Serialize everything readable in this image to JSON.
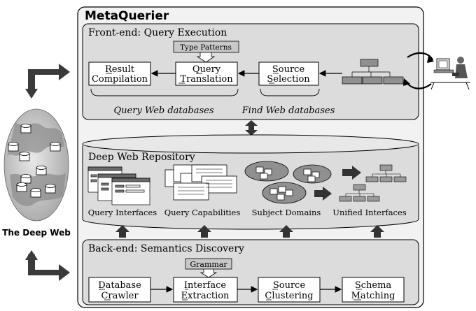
{
  "system_title": "MetaQuerier",
  "front_end": {
    "title": "Front-end: Query Execution",
    "type_patterns": "Type Patterns",
    "result_compilation": [
      "Result",
      "Compilation"
    ],
    "query_translation": [
      "Query",
      "Translation"
    ],
    "source_selection": [
      "Source",
      "Selection"
    ],
    "query_web_db_label": "Query Web databases",
    "find_web_db_label": "Find Web databases"
  },
  "repository": {
    "title": "Deep Web Repository",
    "items": [
      "Query Interfaces",
      "Query Capabilities",
      "Subject Domains",
      "Unified Interfaces"
    ]
  },
  "back_end": {
    "title": "Back-end: Semantics Discovery",
    "grammar": "Grammar",
    "steps": [
      [
        "Database",
        "Crawler"
      ],
      [
        "Interface",
        "Extraction"
      ],
      [
        "Source",
        "Clustering"
      ],
      [
        "Schema",
        "Matching"
      ]
    ]
  },
  "deep_web_label": "The Deep Web",
  "colors": {
    "panel": "#dcdcdc",
    "outer": "#f0f0f0",
    "arrow": "#3a3a3a",
    "globe": "#c8c8c8"
  }
}
